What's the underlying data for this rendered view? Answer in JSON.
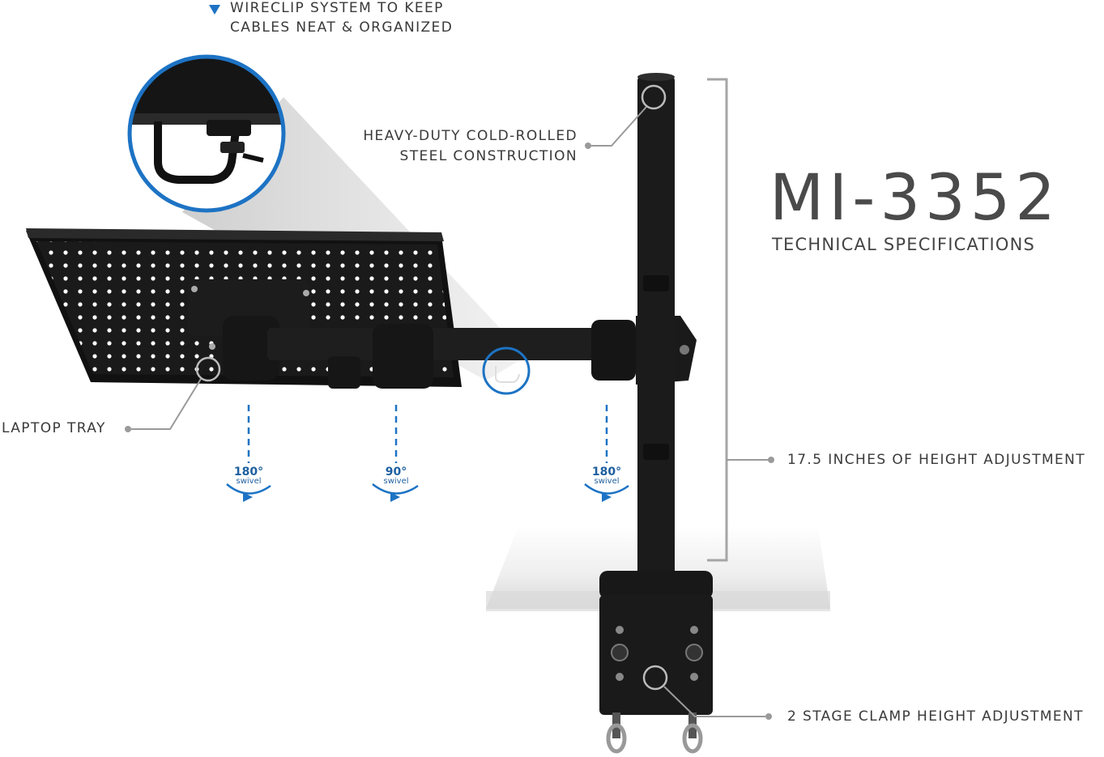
{
  "product": {
    "model": "MI-3352",
    "subtitle": "TECHNICAL SPECIFICATIONS"
  },
  "callouts": {
    "wireclip_line1": "WIRECLIP SYSTEM TO KEEP",
    "wireclip_line2": "CABLES NEAT & ORGANIZED",
    "steel_line1": "HEAVY-DUTY COLD-ROLLED",
    "steel_line2": "STEEL CONSTRUCTION",
    "laptop_tray": "LAPTOP TRAY",
    "height_adjust": "17.5 INCHES OF HEIGHT ADJUSTMENT",
    "clamp_adjust": "2 STAGE CLAMP HEIGHT ADJUSTMENT"
  },
  "swivels": [
    {
      "degrees": "180",
      "word": "swivel"
    },
    {
      "degrees": "90",
      "word": "swivel"
    },
    {
      "degrees": "180",
      "word": "swivel"
    }
  ],
  "colors": {
    "mount": "#1c1c1c",
    "accent_blue": "#1d73c4",
    "text": "#3a3a3a",
    "leader": "#9a9a9a"
  }
}
